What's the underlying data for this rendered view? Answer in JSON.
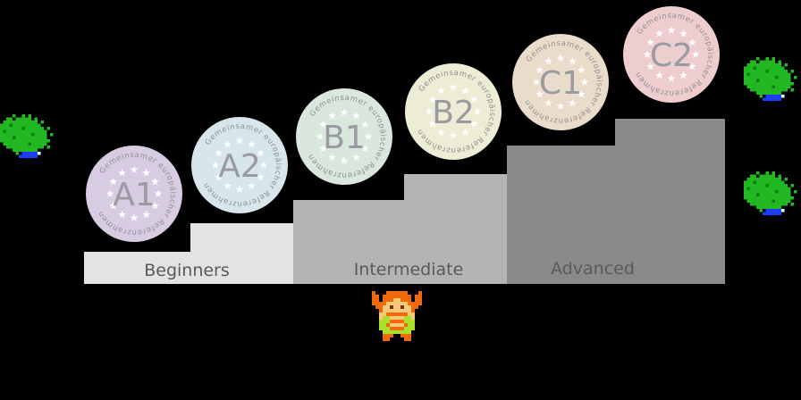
{
  "sections": [
    {
      "label": "Beginners",
      "color": "#e3e3e3"
    },
    {
      "label": "Intermediate",
      "color": "#b4b4b4"
    },
    {
      "label": "Advanced",
      "color": "#8a8a8a"
    }
  ],
  "levels": [
    {
      "code": "A1",
      "color": "#d8cce3"
    },
    {
      "code": "A2",
      "color": "#d6e6ea"
    },
    {
      "code": "B1",
      "color": "#d9e7dc"
    },
    {
      "code": "B2",
      "color": "#ecedd4"
    },
    {
      "code": "C1",
      "color": "#eadccb"
    },
    {
      "code": "C2",
      "color": "#eecdcf"
    }
  ],
  "badge_ring_text": "Gemeinsamer europäischer Referenzrahmen",
  "sprites": {
    "hero": "link-sprite-arms-raised",
    "bush": "octorok-green-sprite"
  },
  "colors": {
    "background": "#000000",
    "star": "#ffffff"
  }
}
